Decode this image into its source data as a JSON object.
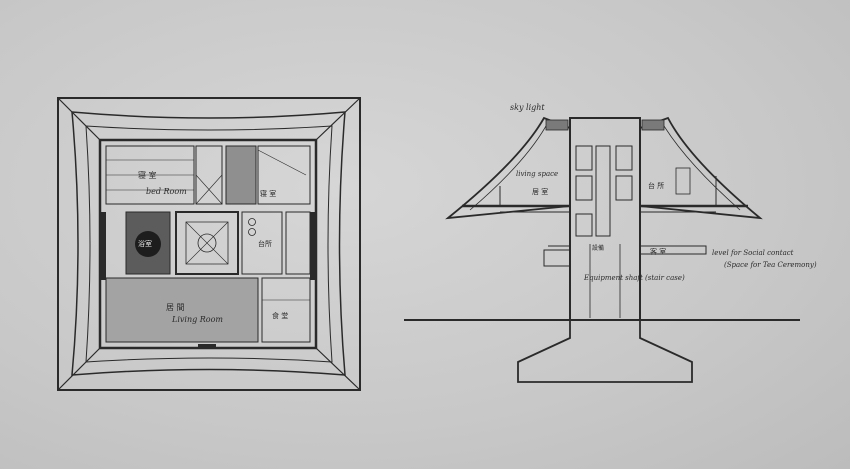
{
  "plan": {
    "bed_room_jp": "寝 室",
    "bed_room": "bed Room",
    "room_a_jp": "寝 室",
    "stair_jp": "台所",
    "bath_jp": "浴室",
    "living_room_jp": "居 間",
    "living_room": "Living Room",
    "dining_jp": "食 堂"
  },
  "section": {
    "sky_light": "sky light",
    "living_space": "living space",
    "living_space_jp": "居 室",
    "kitchen_jp": "台 所",
    "service_jp": "設備",
    "social_jp": "客 室",
    "social_level_1": "level for Social contact",
    "social_level_2": "(Space for Tea Ceremony)",
    "equipment_shaft": "Equipment shaft (stair case)"
  },
  "colors": {
    "ink": "#2a2a2a",
    "paper": "#c9c9c9"
  }
}
